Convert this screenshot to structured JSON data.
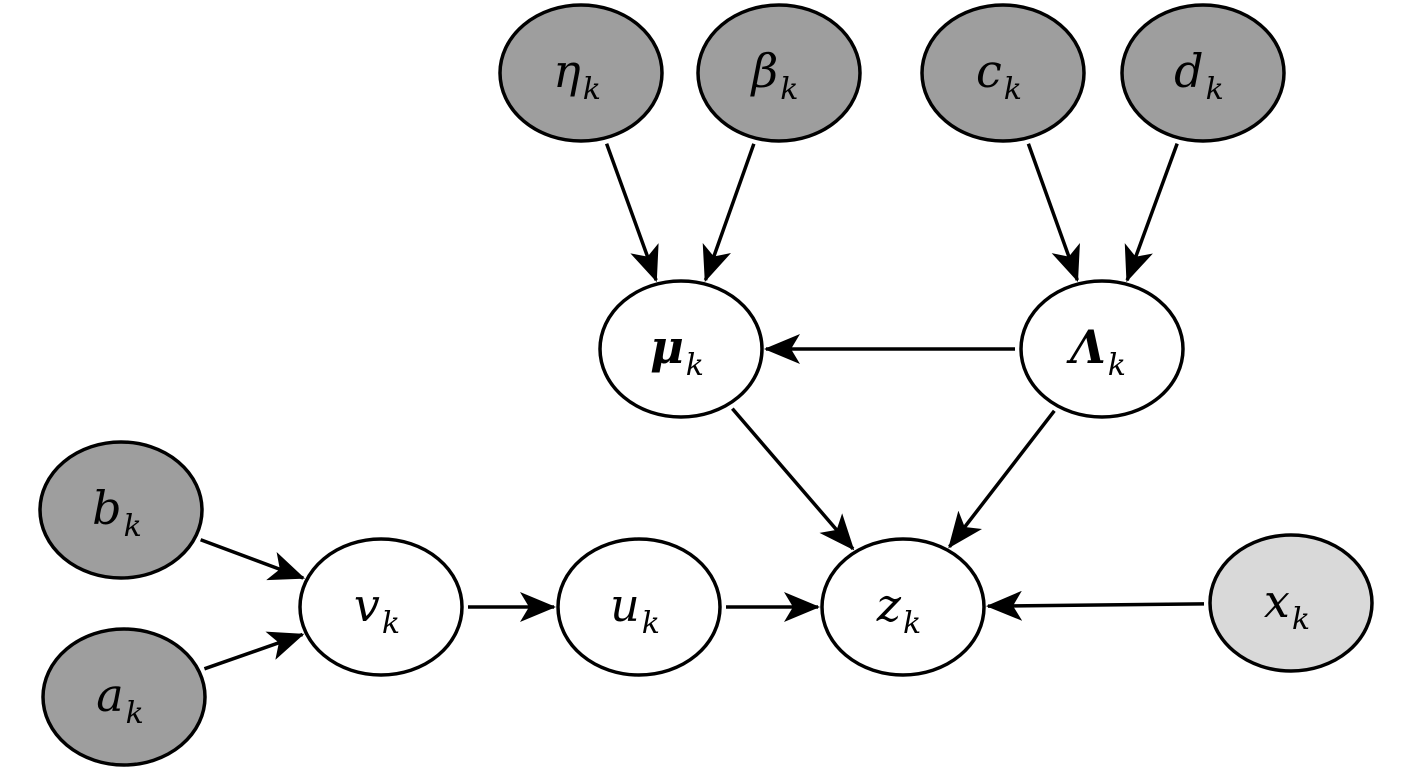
{
  "colors": {
    "hyperparameter": "#9e9e9e",
    "latent": "#ffffff",
    "observed": "#d9d9d9",
    "edge": "#000000"
  },
  "nodes": {
    "eta": {
      "base": "η",
      "sub": "k",
      "role": "hyperparameter"
    },
    "beta": {
      "base": "β",
      "sub": "k",
      "role": "hyperparameter"
    },
    "c": {
      "base": "c",
      "sub": "k",
      "role": "hyperparameter"
    },
    "d": {
      "base": "d",
      "sub": "k",
      "role": "hyperparameter"
    },
    "mu": {
      "base": "μ",
      "sub": "k",
      "role": "latent",
      "bold": true
    },
    "lambda": {
      "base": "Λ",
      "sub": "k",
      "role": "latent",
      "bold": true
    },
    "b": {
      "base": "b",
      "sub": "k",
      "role": "hyperparameter"
    },
    "a": {
      "base": "a",
      "sub": "k",
      "role": "hyperparameter"
    },
    "v": {
      "base": "v",
      "sub": "k",
      "role": "latent"
    },
    "u": {
      "base": "u",
      "sub": "k",
      "role": "latent"
    },
    "z": {
      "base": "z",
      "sub": "k",
      "role": "latent"
    },
    "x": {
      "base": "x",
      "sub": "k",
      "role": "observed"
    }
  },
  "edges": [
    {
      "from": "eta",
      "to": "mu"
    },
    {
      "from": "beta",
      "to": "mu"
    },
    {
      "from": "c",
      "to": "lambda"
    },
    {
      "from": "d",
      "to": "lambda"
    },
    {
      "from": "lambda",
      "to": "mu"
    },
    {
      "from": "mu",
      "to": "z"
    },
    {
      "from": "lambda",
      "to": "z"
    },
    {
      "from": "b",
      "to": "v"
    },
    {
      "from": "a",
      "to": "v"
    },
    {
      "from": "v",
      "to": "u"
    },
    {
      "from": "u",
      "to": "z"
    },
    {
      "from": "x",
      "to": "z"
    }
  ]
}
